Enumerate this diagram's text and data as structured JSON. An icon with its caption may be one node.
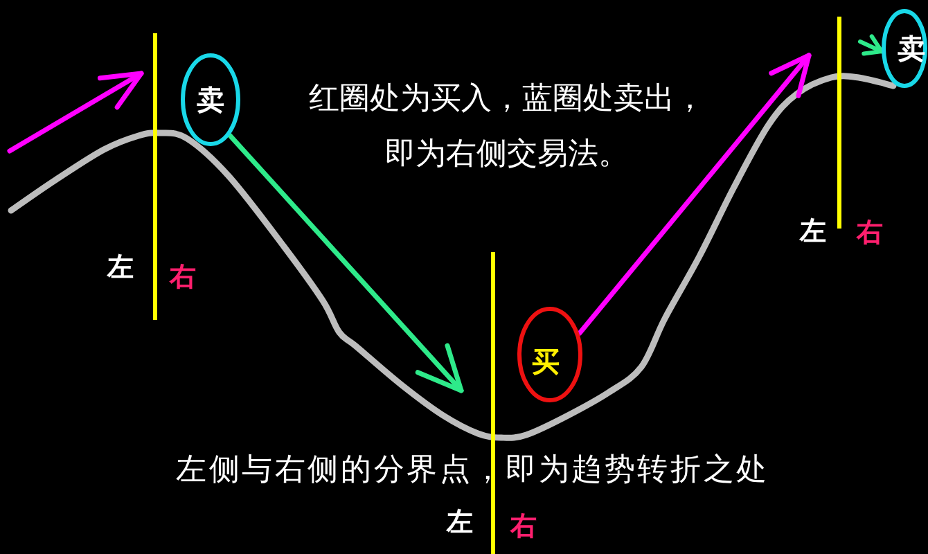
{
  "diagram": {
    "nodes": [
      {
        "text": [
          "卖"
        ]
      },
      {
        "text": [
          "买"
        ]
      },
      {
        "text": [
          "卖"
        ]
      }
    ],
    "edges": [
      {
        "from": 0,
        "to": null,
        "arrow": "to"
      },
      {
        "from": 1,
        "to": null,
        "arrow": "to",
        "color": "#ff00ff"
      },
      {
        "from": null,
        "to": 2,
        "arrow": "to"
      }
    ],
    "labels": [
      "红圈处为买入，蓝圈处卖出，即为右侧交易法。",
      "左",
      "右",
      "左",
      "右",
      "左侧与右侧的分界点，即为趋势转折之处",
      "左",
      "右"
    ]
  }
}
